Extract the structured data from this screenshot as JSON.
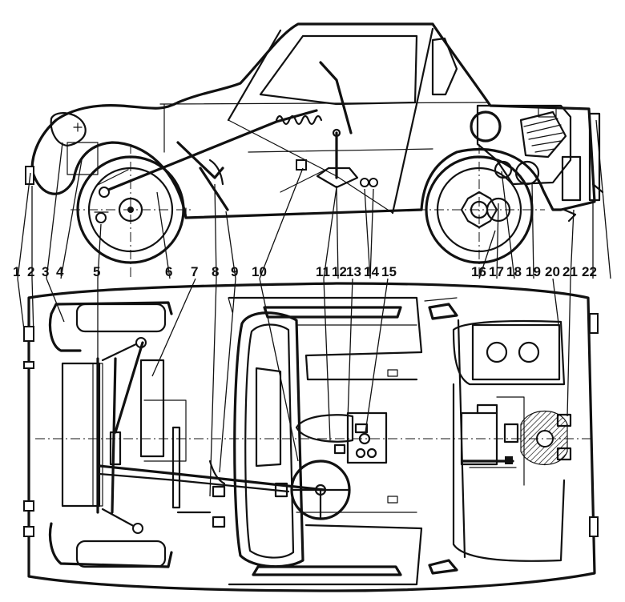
{
  "labels": [
    "1",
    "2",
    "3",
    "4",
    "5",
    "6",
    "7",
    "8",
    "9",
    "10",
    "11",
    "12",
    "13",
    "14",
    "15",
    "16",
    "17",
    "18",
    "19",
    "20",
    "21",
    "22"
  ]
}
